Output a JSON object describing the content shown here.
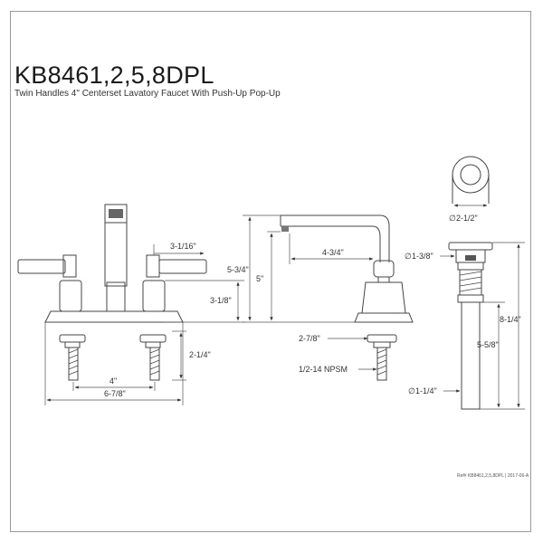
{
  "header": {
    "model": "KB8461,2,5,8DPL",
    "subtitle": "Twin Handles 4\" Centerset Lavatory Faucet With Push-Up Pop-Up"
  },
  "dimensions": {
    "handle_offset": "3-1/16\"",
    "spout_height": "3-1/8\"",
    "shank_length": "2-1/4\"",
    "center": "4\"",
    "base_width": "6-7/8\"",
    "overall_height": "5-3/4\"",
    "spout_clear_height": "5\"",
    "spout_reach": "4-3/4\"",
    "base_depth": "2-7/8\"",
    "thread": "1/2-14 NPSM",
    "drain_cap_dia": "2-1/2\"",
    "drain_body_dia": "1-3/8\"",
    "drain_overall": "8-1/4\"",
    "drain_tail": "5-5/8\"",
    "drain_tail_dia": "1-1/4\""
  },
  "footer": {
    "ref": "Ref# KB8461,2,5,8DPL | 2017-06-A"
  }
}
